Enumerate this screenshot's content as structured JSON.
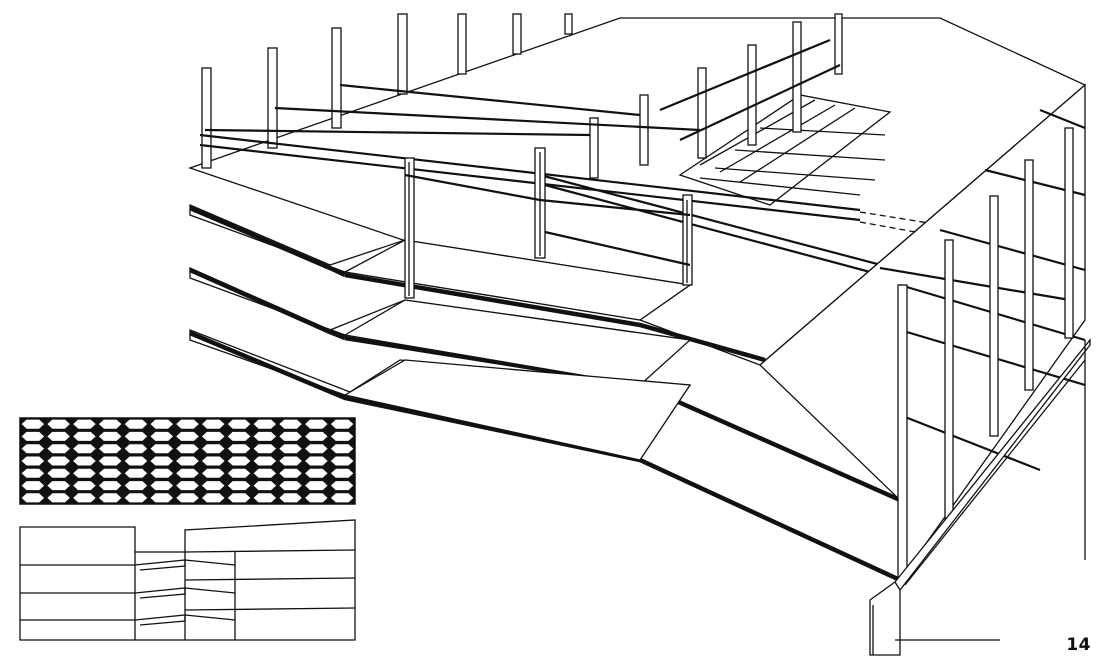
{
  "figure": {
    "number": "14"
  },
  "inset_pattern": {
    "rows": 7,
    "columns": 13,
    "fill": "#111111",
    "cell": "hexagon-tile"
  },
  "colors": {
    "ink": "#111111",
    "paper": "#ffffff"
  }
}
